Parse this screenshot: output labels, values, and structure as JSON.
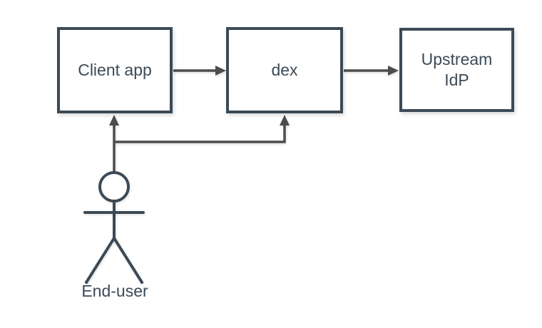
{
  "diagram": {
    "type": "flowchart",
    "background_color": "#ffffff",
    "colors": {
      "node_border": "#3c4a56",
      "node_fill": "#ffffff",
      "node_text": "#3c4a56",
      "arrow": "#4d4d4d",
      "actor": "#3c4a56"
    },
    "nodes": [
      {
        "id": "client-app",
        "label": "Client app"
      },
      {
        "id": "dex",
        "label": "dex"
      },
      {
        "id": "upstream-idp",
        "label": "Upstream IdP"
      }
    ],
    "actor": {
      "id": "end-user",
      "label": "End-user"
    },
    "edges": [
      {
        "from": "client-app",
        "to": "dex",
        "style": "arrow-right"
      },
      {
        "from": "dex",
        "to": "upstream-idp",
        "style": "arrow-right"
      },
      {
        "from": "end-user",
        "to": "client-app",
        "style": "arrow-up"
      },
      {
        "from": "end-user",
        "to": "dex",
        "style": "arrow-up-branch"
      }
    ]
  }
}
